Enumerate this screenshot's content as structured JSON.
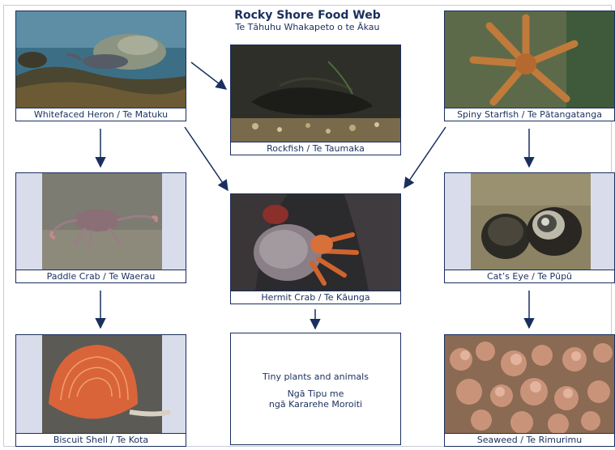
{
  "title": "Rocky Shore Food Web",
  "subtitle": "Te Tāhuhu Whakapeto o te Ākau",
  "cards": {
    "heron": "Whitefaced Heron / Te Matuku",
    "rockfish": "Rockfish / Te Taumaka",
    "starfish": "Spiny Starfish / Te Pātangatanga",
    "paddle_crab": "Paddle Crab / Te Waerau",
    "hermit_crab": "Hermit Crab / Te Kāunga",
    "cats_eye": "Cat’s Eye / Te Pūpū",
    "biscuit_shell": "Biscuit Shell / Te Kota",
    "seaweed": "Seaweed / Te Rimurimu"
  },
  "tiny": {
    "line1": "Tiny plants and animals",
    "line2": "Ngā Tipu me",
    "line3": "ngā Kararehe Moroiti"
  },
  "colors": {
    "ink": "#1a2f5e",
    "side_panel": "#d9dcea"
  }
}
